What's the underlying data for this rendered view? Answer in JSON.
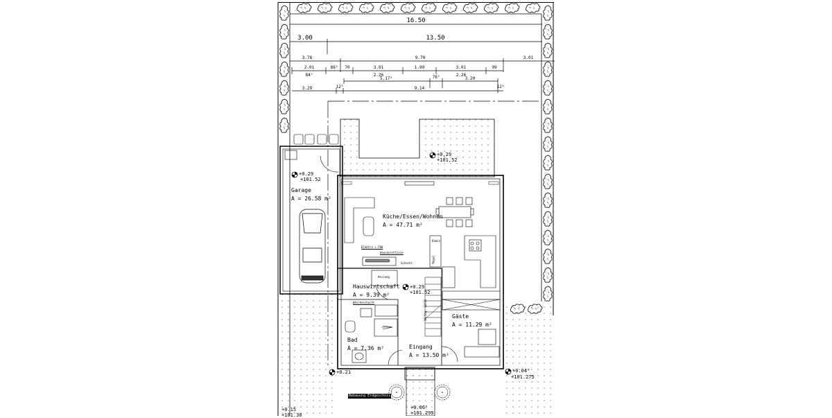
{
  "drawing": {
    "type": "floor plan - ground floor (Erdgeschoss)",
    "background": "#ffffff",
    "line_color": "#000000"
  },
  "dimensions": {
    "overall_width": "16.50",
    "row1": [
      "3.00",
      "13.50"
    ],
    "row2": [
      "3.78",
      "9.70",
      "3.01"
    ],
    "row3": [
      "2.01",
      "86⁵",
      "70",
      "3.01",
      "1.99",
      "3.01",
      "99"
    ],
    "row3_sub": [
      "84⁵",
      "2.26",
      "5.17⁵",
      "76⁵",
      "2.26",
      "3.20"
    ],
    "row4": [
      "3.29",
      "12⁵",
      "9.14",
      "12⁵"
    ]
  },
  "rooms": [
    {
      "name": "Garage",
      "area": "A = 26.58 m²"
    },
    {
      "name": "Küche/Essen/Wohnen",
      "area": "A = 47.71 m²"
    },
    {
      "name": "Hauswirtschaft",
      "area": "A = 9.39 m²"
    },
    {
      "name": "Bad",
      "area": "A = 7.36 m²"
    },
    {
      "name": "Eingang",
      "area": "A = 13.50 m²"
    },
    {
      "name": "Gäste",
      "area": "A = 11.29 m²"
    }
  ],
  "levels": {
    "garage": [
      "+0.29",
      "+101.52"
    ],
    "terrace": [
      "+0,29",
      "+101,52"
    ],
    "hallway": [
      "+0.29",
      "+101.52"
    ],
    "corner_left": [
      "+0.21"
    ],
    "corner_right": [
      "+0.04⁵",
      "+101.275"
    ],
    "entrance_path": [
      "+0.06⁵",
      "+101.295"
    ],
    "bottom_left": [
      "+0.15",
      "+101.30"
    ]
  },
  "annotations": {
    "elektro": "Elektro + FBH",
    "hausanschluss": "Hausanschlüsse",
    "schacht_top": "Schacht",
    "heizung": "Heizung",
    "kamin": "Kamin",
    "regal": "Regal",
    "waeschschacht": "Wäscheschacht",
    "stairs": "16 Stg. 18/25",
    "title_box": "Bebauung Erdgeschoss"
  }
}
